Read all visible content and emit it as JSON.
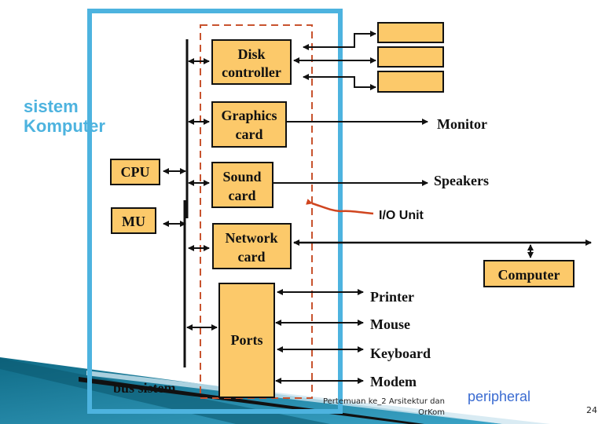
{
  "title_label": {
    "line1": "sistem",
    "line2": "Komputer"
  },
  "components": {
    "disk_controller": {
      "line1": "Disk",
      "line2": "controller"
    },
    "graphics_card": {
      "line1": "Graphics",
      "line2": "card"
    },
    "cpu": "CPU",
    "sound_card": {
      "line1": "Sound",
      "line2": "card"
    },
    "mu": "MU",
    "network_card": {
      "line1": "Network",
      "line2": "card"
    },
    "ports": "Ports"
  },
  "external_devices": {
    "monitor": "Monitor",
    "speakers": "Speakers",
    "computer": "Computer",
    "printer": "Printer",
    "mouse": "Mouse",
    "keyboard": "Keyboard",
    "modem": "Modem"
  },
  "annotations": {
    "io_unit": "I/O Unit",
    "bus_sistem": "bus sistem",
    "peripheral": "peripheral"
  },
  "footer": {
    "line1": "Pertemuan ke_2 Arsitektur dan",
    "line2": "OrKom",
    "page_number": "24"
  },
  "colors": {
    "box_fill": "#fcc96a",
    "system_frame": "#4db3df",
    "io_frame": "#c8532e",
    "peripheral_text": "#3a6bd1",
    "corner_accent": "#1b7f9c"
  }
}
